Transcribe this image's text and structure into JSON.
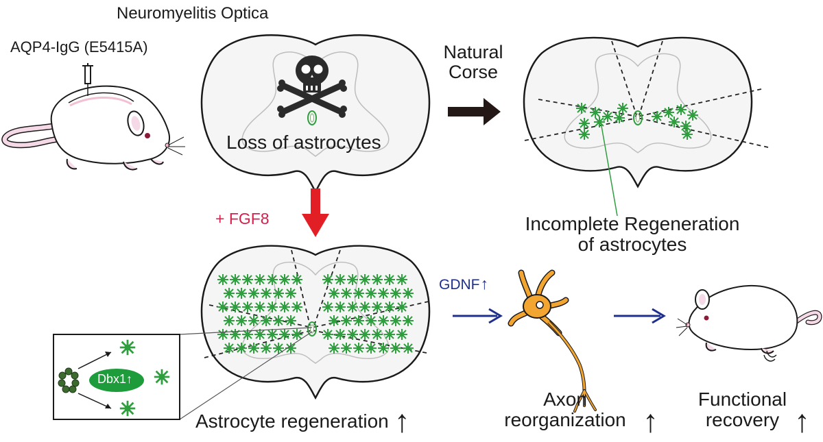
{
  "title": "Neuromyelitis Optica",
  "injection_label": "AQP4-IgG (E5415A)",
  "lesion_label": "Loss of astrocytes",
  "natural_course_label": "Natural\nCorse",
  "incomplete_label": "Incomplete Regeneration\nof astrocytes",
  "treatment_label": "+ FGF8",
  "gdnf_label": "GDNF",
  "dbx1_label": "Dbx1",
  "regeneration_label": "Astrocyte regeneration",
  "axon_label": "Axon\nreorganization",
  "recovery_label": "Functional\nrecovery",
  "up_arrow": "↑",
  "icons": [
    "skull-crossbones-icon",
    "syringe-icon",
    "mouse-icon",
    "neuron-icon",
    "astrocyte-icon"
  ],
  "colors": {
    "astrocyte": "#2e9e3e",
    "fgf8": "#d61f4b",
    "gdnf": "#1e2f8c",
    "neuron": "#f3a531",
    "cord_fill": "#f5f5f5",
    "arrow_dark": "#231815"
  }
}
